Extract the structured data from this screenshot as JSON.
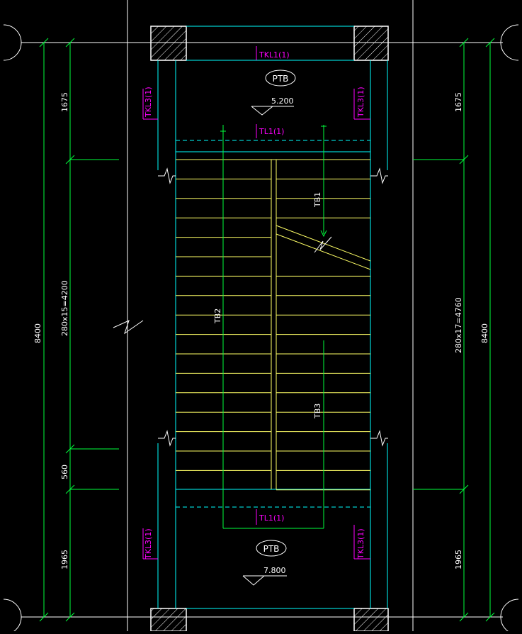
{
  "colors": {
    "background": "#000000",
    "dimension": "#00ff3c",
    "stair_lines": "#ffff66",
    "cyan": "#00ffff",
    "label": "#ff00ff",
    "white": "#ffffff"
  },
  "labels": {
    "tkl1_top": "TKL1(1)",
    "ptb_top": "PTB",
    "elev_top": "5.200",
    "tl1_top": "TL1(1)",
    "tkl3_top_left": "TKL3(1)",
    "tkl3_top_right": "TKL3(1)",
    "tb1": "TB1",
    "tb2": "TB2",
    "tb3": "TB3",
    "tl1_bottom": "TL1(1)",
    "ptb_bottom": "PTB",
    "elev_bottom": "7.800",
    "tkl3_bottom_left": "TKL3(1)",
    "tkl3_bottom_right": "TKL3(1)"
  },
  "dimensions": {
    "left_top": "1675",
    "left_flight": "280x15=4200",
    "left_mid": "560",
    "left_bottom": "1965",
    "left_total": "8400",
    "right_top": "1675",
    "right_flight": "280x17=4760",
    "right_total": "8400",
    "right_bottom": "1965"
  }
}
